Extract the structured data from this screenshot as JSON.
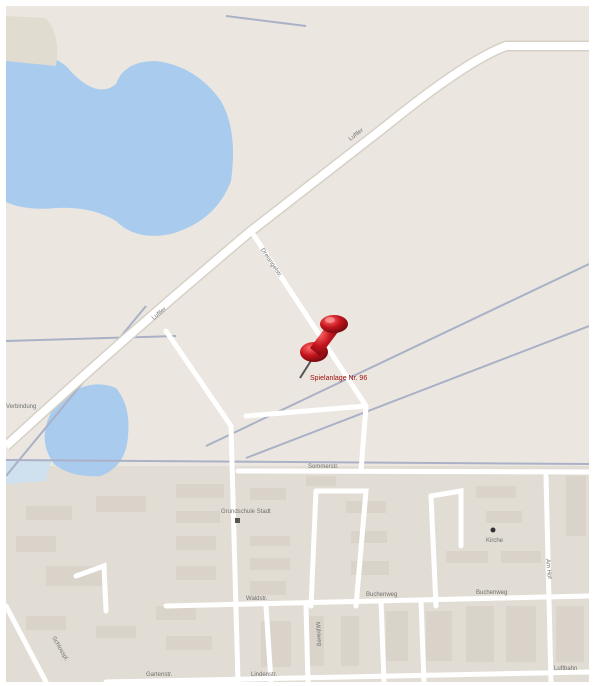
{
  "map": {
    "colors": {
      "land": "#ebe7e0",
      "residential": "#e2ddd4",
      "block": "#d9d3ca",
      "water": "#a9cbee",
      "road": "#ffffff",
      "rail": "#aab1c7",
      "pin": "#b8121b",
      "label": "#a01010"
    },
    "labels": {
      "road_top": "Luftler",
      "road_left": "Luftler",
      "street_diag": "Dreiangelstr.",
      "street_east": "Sommerstr.",
      "street_lower_left": "Schlosspl.",
      "street_bottom_a": "Waldstr.",
      "street_bottom_b": "Gartenstr.",
      "street_bottom_c": "Lindenstr.",
      "street_grid_a": "Buchenweg",
      "street_grid_b": "Buchenweg",
      "street_right_v": "Am Hof",
      "street_low_v": "Mühlweg",
      "edge_left": "Verbindung",
      "poi_school": "Grundschule Stadt",
      "poi_right": "Kirche",
      "footer_right": "Luftbahn"
    },
    "pin": {
      "icon": "push-pin-icon",
      "label": "Spielanlage Nr. 96"
    }
  }
}
